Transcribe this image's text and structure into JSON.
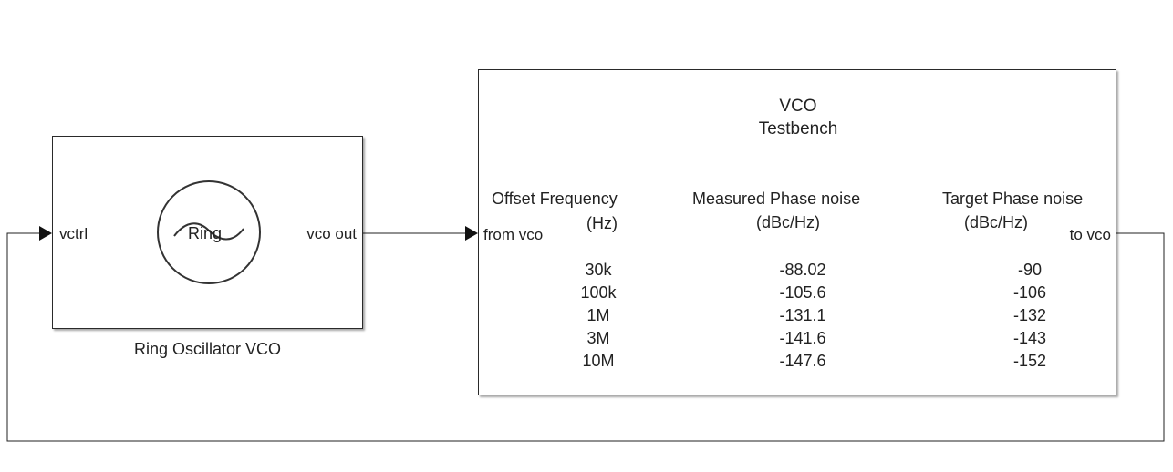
{
  "vco_block": {
    "icon_text": "Ring",
    "input_port": "vctrl",
    "output_port": "vco out",
    "caption": "Ring Oscillator VCO"
  },
  "testbench": {
    "title_line1": "VCO",
    "title_line2": "Testbench",
    "input_port": "from vco",
    "output_port": "to vco",
    "headers": {
      "offset": [
        "Offset Frequency",
        "(Hz)"
      ],
      "measured": [
        "Measured Phase noise",
        "(dBc/Hz)"
      ],
      "target": [
        "Target Phase noise",
        "(dBc/Hz)"
      ]
    },
    "rows": [
      {
        "offset": "30k",
        "measured": "-88.02",
        "target": "-90"
      },
      {
        "offset": "100k",
        "measured": "-105.6",
        "target": "-106"
      },
      {
        "offset": "1M",
        "measured": "-131.1",
        "target": "-132"
      },
      {
        "offset": "3M",
        "measured": "-141.6",
        "target": "-143"
      },
      {
        "offset": "10M",
        "measured": "-147.6",
        "target": "-152"
      }
    ]
  }
}
